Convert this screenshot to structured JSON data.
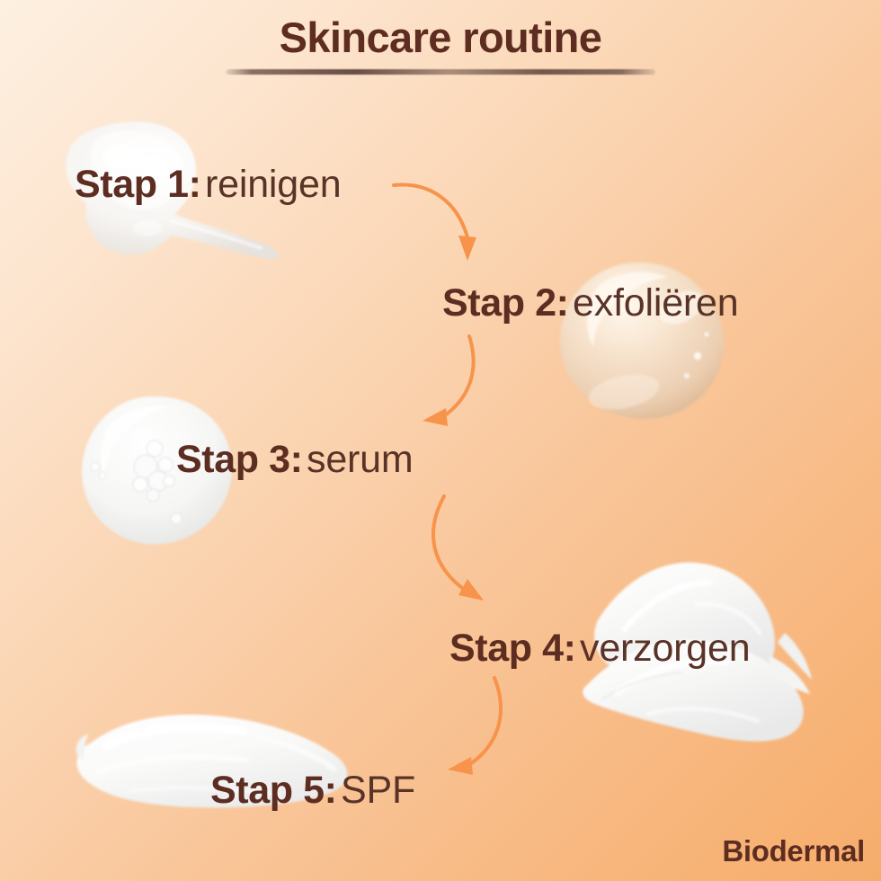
{
  "header": {
    "title": "Skincare routine"
  },
  "steps": [
    {
      "id": "step-1",
      "num": "Stap 1:",
      "word": "reinigen",
      "visual": "cleanser-swirl-image"
    },
    {
      "id": "step-2",
      "num": "Stap 2:",
      "word": "exfoliëren",
      "visual": "exfoliant-droplet-image"
    },
    {
      "id": "step-3",
      "num": "Stap 3:",
      "word": "serum",
      "visual": "serum-gel-blob-image"
    },
    {
      "id": "step-4",
      "num": "Stap 4:",
      "word": "verzorgen",
      "visual": "moisturizer-cream-smear-image"
    },
    {
      "id": "step-5",
      "num": "Stap 5:",
      "word": "SPF",
      "visual": "spf-cream-smear-image"
    }
  ],
  "arrows": [
    {
      "name": "arrow-step1-to-step2",
      "direction": "down-right"
    },
    {
      "name": "arrow-step2-to-step3",
      "direction": "down-left"
    },
    {
      "name": "arrow-step3-to-step4",
      "direction": "down-right"
    },
    {
      "name": "arrow-step4-to-step5",
      "direction": "down-left"
    }
  ],
  "brand": {
    "name": "Biodermal"
  },
  "colors": {
    "text_dark_brown": "#5d2d22",
    "background_light": "#fdf0e1",
    "background_orange": "#f6ad6c",
    "arrow_orange": "#f7934a",
    "cream_white": "#f4f2ef",
    "droplet_cream": "#f3ddc6"
  }
}
